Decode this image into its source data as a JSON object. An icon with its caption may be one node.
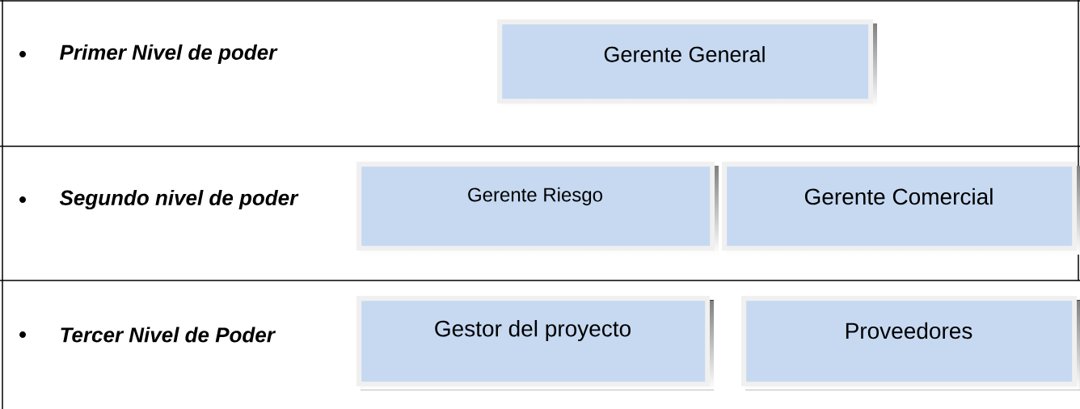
{
  "diagram": {
    "nodes": [
      {
        "text": [
          "Gerente General"
        ]
      },
      {
        "text": [
          "Gerente Riesgo"
        ]
      },
      {
        "text": [
          "Gerente Comercial"
        ]
      },
      {
        "text": [
          "Gestor del proyecto"
        ]
      },
      {
        "text": [
          "Proveedores"
        ]
      }
    ],
    "labels": [
      "Primer Nivel de poder",
      "Segundo nivel de poder",
      "Tercer Nivel de Poder"
    ]
  }
}
